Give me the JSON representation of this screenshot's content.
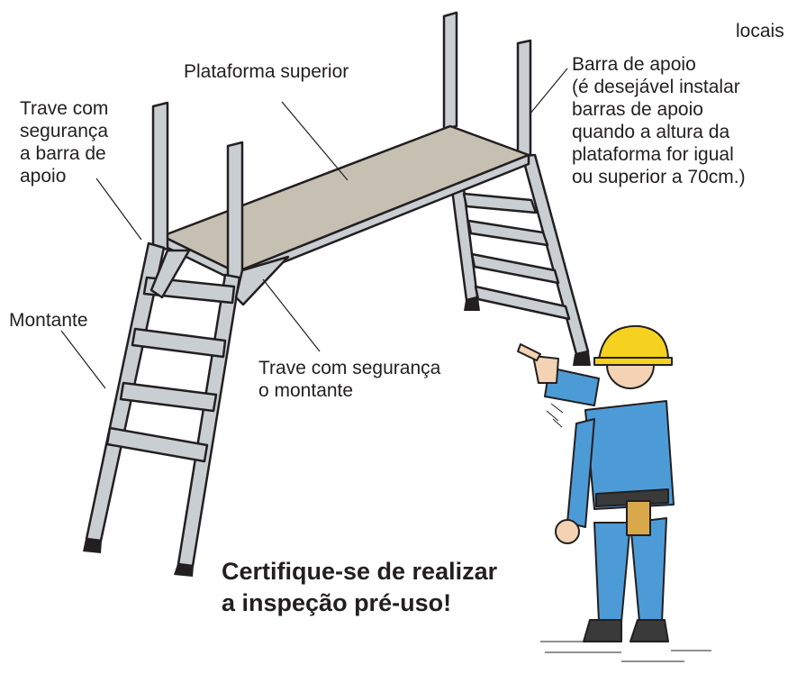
{
  "labels": {
    "corner": "locais",
    "platform": "Plataforma superior",
    "support_bar": [
      "Barra de apoio",
      "(é desejável instalar",
      "barras de apoio",
      "quando a altura da",
      "plataforma for igual",
      "ou superior a 70cm.)"
    ],
    "support_bar_beam": [
      "Trave com",
      "segurança",
      "a barra de",
      "apoio"
    ],
    "upright": "Montante",
    "upright_beam": [
      "Trave com segurança",
      "o montante"
    ]
  },
  "warning": [
    "Certifique-se de realizar",
    "a inspeção pré-uso!"
  ],
  "colors": {
    "frame": "#c9ced2",
    "outline": "#231f20",
    "deck": "#c6c0b2",
    "helmet": "#f5d21f",
    "uniform": "#4d9bd6",
    "skin": "#f3d3b3"
  },
  "icons": [
    "stepladder-platform",
    "worker-pointing"
  ]
}
